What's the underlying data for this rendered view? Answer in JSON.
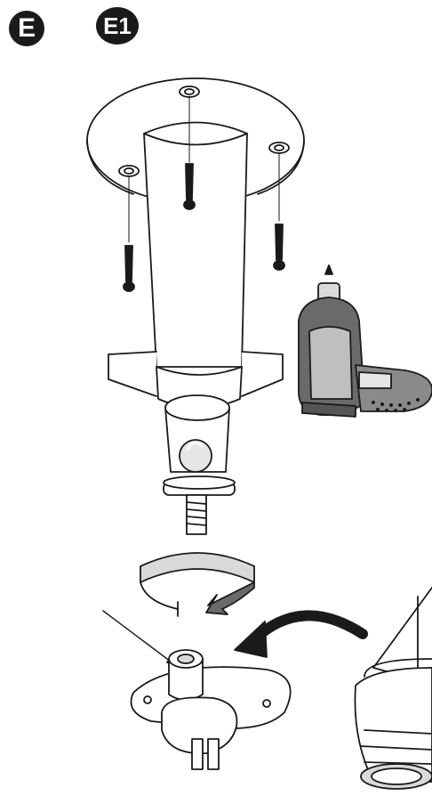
{
  "badges": {
    "step": "E",
    "substep": "E1"
  },
  "icons": [
    "mount-base",
    "screw",
    "electric-screwdriver",
    "rotate-arrow",
    "curved-arrow",
    "pointer-line",
    "camera-body",
    "bracket"
  ],
  "colors": {
    "ink": "#1a1a1a",
    "metal_light": "#d9d9d9",
    "metal_dark": "#6a6a6a",
    "grip_gray": "#8a8a8a"
  }
}
